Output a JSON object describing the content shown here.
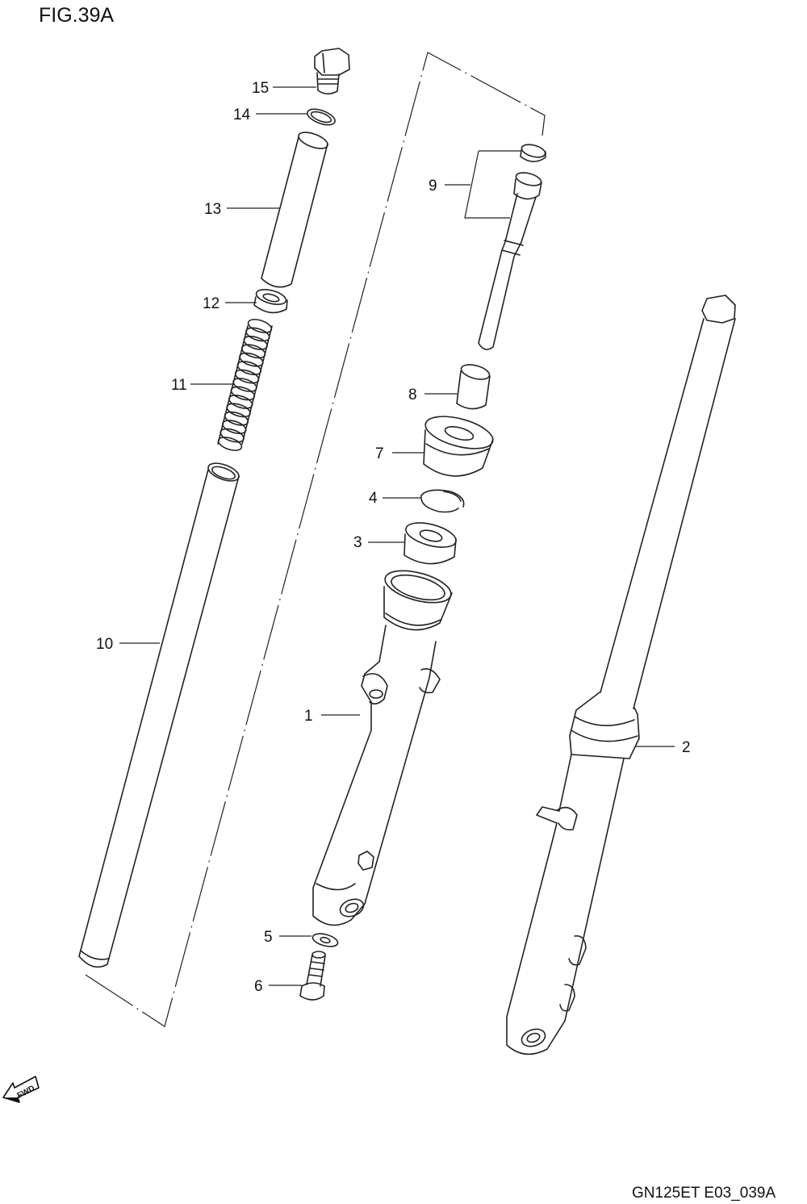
{
  "figure": {
    "title": "FIG.39A",
    "code": "GN125ET E03_039A",
    "fwd_label": "FWD"
  },
  "callouts": [
    {
      "id": "1",
      "text": "1"
    },
    {
      "id": "2",
      "text": "2"
    },
    {
      "id": "3",
      "text": "3"
    },
    {
      "id": "4",
      "text": "4"
    },
    {
      "id": "5",
      "text": "5"
    },
    {
      "id": "6",
      "text": "6"
    },
    {
      "id": "7",
      "text": "7"
    },
    {
      "id": "8",
      "text": "8"
    },
    {
      "id": "9",
      "text": "9"
    },
    {
      "id": "10",
      "text": "10"
    },
    {
      "id": "11",
      "text": "11"
    },
    {
      "id": "12",
      "text": "12"
    },
    {
      "id": "13",
      "text": "13"
    },
    {
      "id": "14",
      "text": "14"
    },
    {
      "id": "15",
      "text": "15"
    }
  ],
  "icons": {
    "fwd_arrow": "fwd-arrow-icon"
  }
}
